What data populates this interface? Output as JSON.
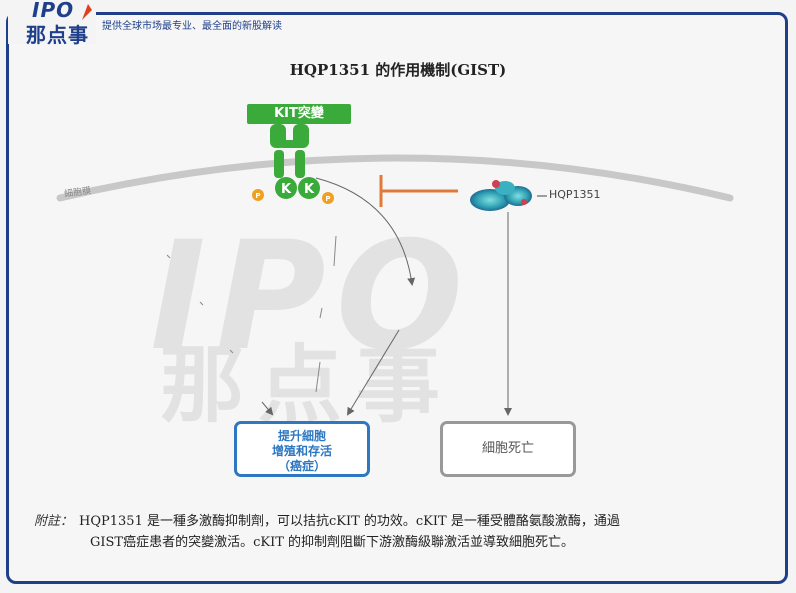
{
  "header": {
    "logo_ipo": "IPO",
    "logo_cn": "那点事",
    "slogan": "提供全球市场最专业、最全面的新股解读"
  },
  "diagram": {
    "title": "HQP1351 的作用機制(GIST)",
    "kit_label": "KIT突變",
    "membrane_label": "細胞膜",
    "k_letter": "K",
    "p_letter": "P",
    "drug_label": "HQP1351",
    "outcome_proliferation": {
      "line1": "提升細胞",
      "line2": "增殖和存活",
      "line3": "（癌症）"
    },
    "outcome_death": "細胞死亡"
  },
  "note": {
    "prefix": "附註：",
    "line1": "HQP1351 是一種多激酶抑制劑，可以拮抗cKIT 的功效。cKIT 是一種受體酪氨酸激酶，通過",
    "line2": "GIST癌症患者的突變激活。cKIT 的抑制劑阻斷下游激酶級聯激活並導致細胞死亡。"
  },
  "watermark": {
    "main": "IPO",
    "sub": "那点事"
  },
  "colors": {
    "brand_blue": "#1f3f8a",
    "kit_green": "#3aaa3a",
    "phospho_orange": "#f0a020",
    "inhibit_orange": "#e07a3a",
    "prolif_blue": "#2e78c2",
    "death_gray": "#999999"
  }
}
